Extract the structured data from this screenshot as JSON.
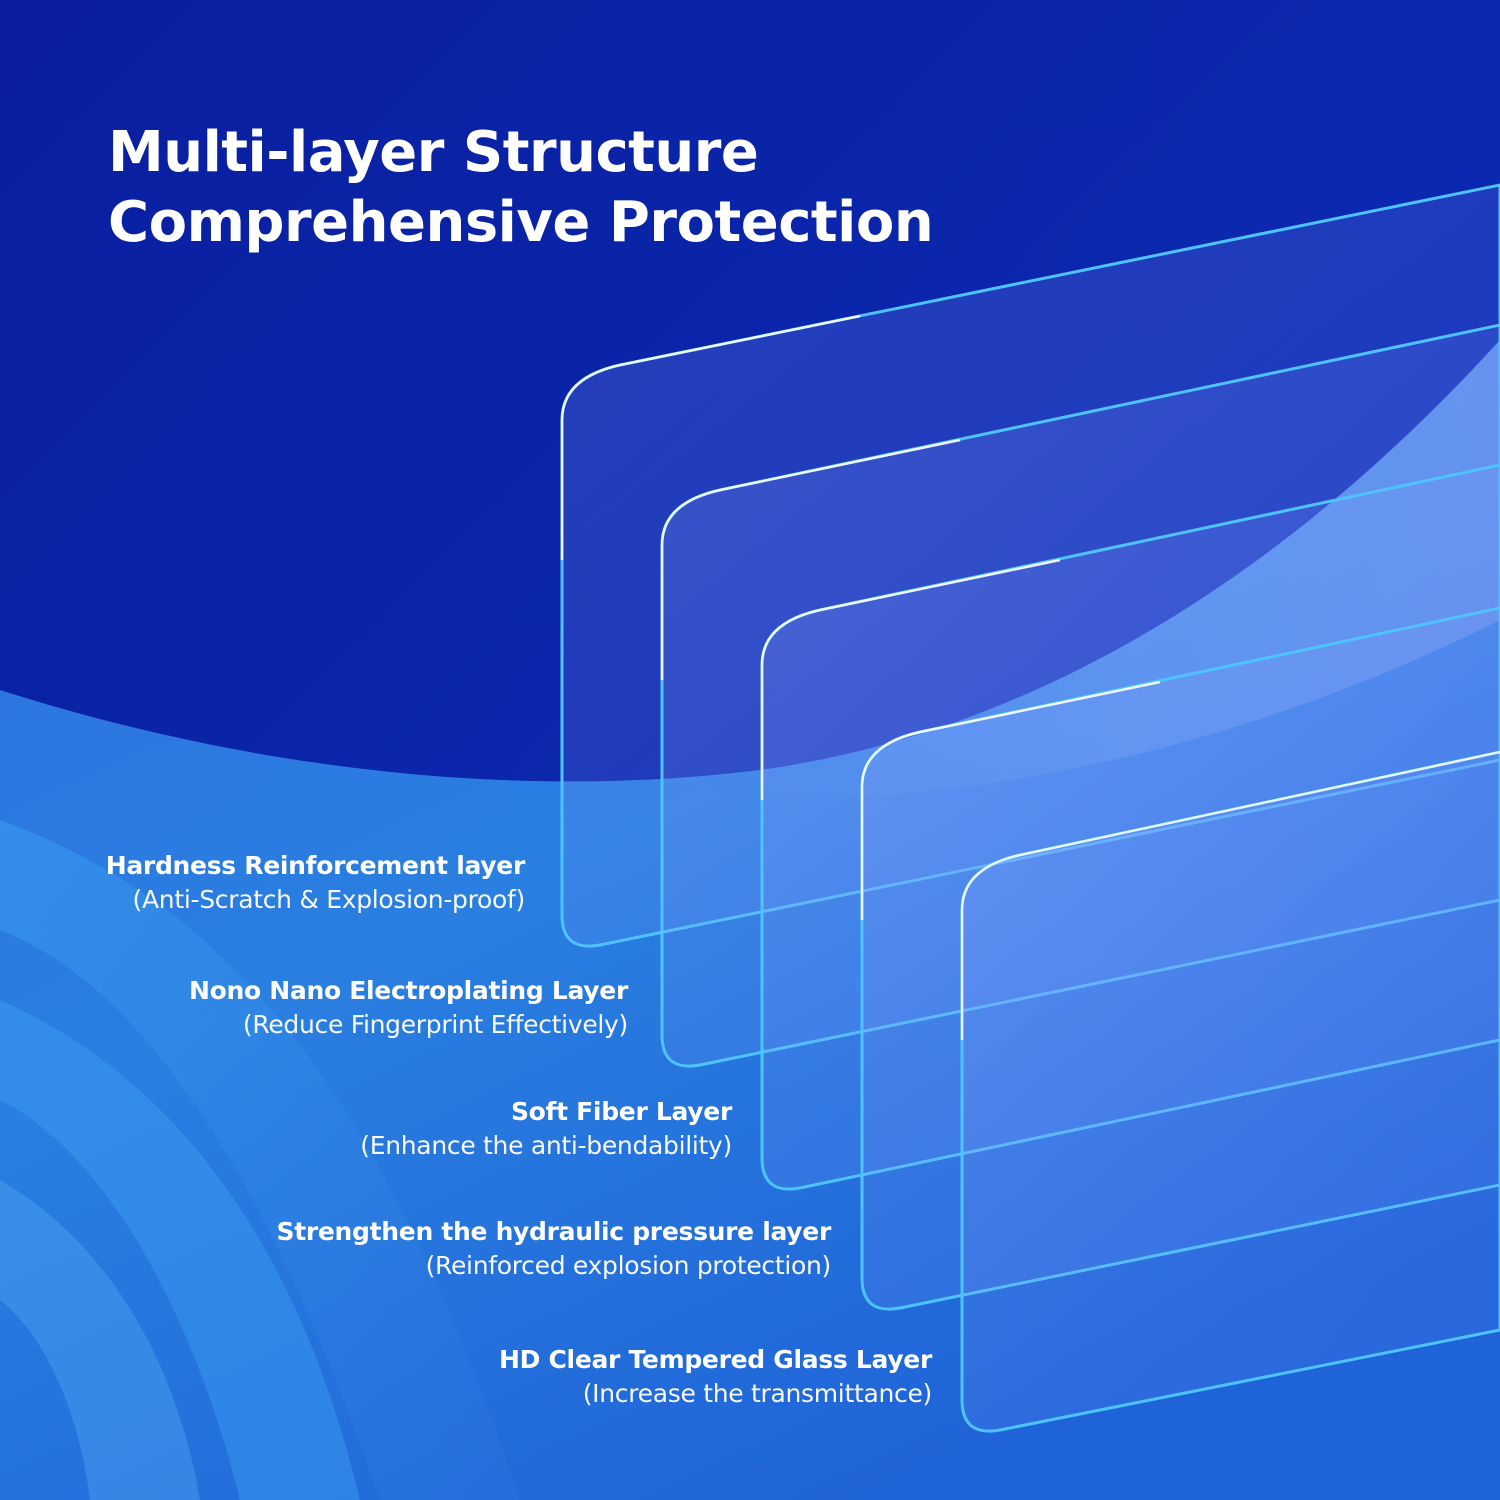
{
  "headline": {
    "line1": "Multi-layer Structure",
    "line2": "Comprehensive Protection"
  },
  "layers": [
    {
      "name": "Hardness Reinforcement layer",
      "description": "(Anti-Scratch & Explosion-proof)"
    },
    {
      "name": "Nono Nano Electroplating Layer",
      "description": "(Reduce Fingerprint Effectively)"
    },
    {
      "name": "Soft Fiber Layer",
      "description": "(Enhance the anti-bendability)"
    },
    {
      "name": "Strengthen the hydraulic pressure layer",
      "description": "(Reinforced explosion protection)"
    },
    {
      "name": "HD Clear Tempered Glass Layer",
      "description": "(Increase the transmittance)"
    }
  ],
  "colors": {
    "background_dark": "#0a1fa0",
    "background_light": "#2f8ce6",
    "panel_edge": "#4fc3ff",
    "text": "#ffffff"
  }
}
